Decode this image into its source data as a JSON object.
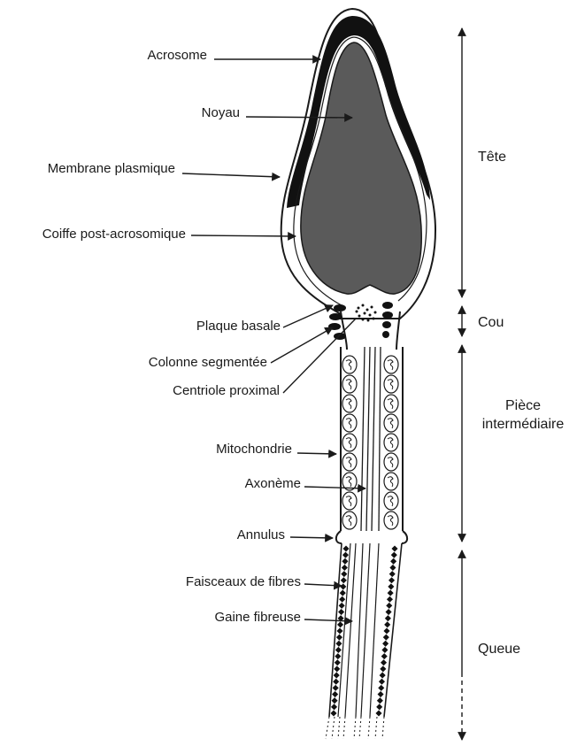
{
  "labels": {
    "acrosome": "Acrosome",
    "noyau": "Noyau",
    "membrane": "Membrane plasmique",
    "coiffe": "Coiffe post-acrosomique",
    "plaque": "Plaque basale",
    "colonne": "Colonne segmentée",
    "centriole": "Centriole proximal",
    "mitochondrie": "Mitochondrie",
    "axoneme": "Axonème",
    "annulus": "Annulus",
    "faisceaux": "Faisceaux de fibres",
    "gaine": "Gaine fibreuse"
  },
  "regions": {
    "tete": "Tête",
    "cou": "Cou",
    "piece_line1": "Pièce",
    "piece_line2": "intermédiaire",
    "queue": "Queue"
  },
  "colors": {
    "ink": "#1a1a1a",
    "nucleus": "#5a5a5a",
    "acrosome": "#111111"
  }
}
